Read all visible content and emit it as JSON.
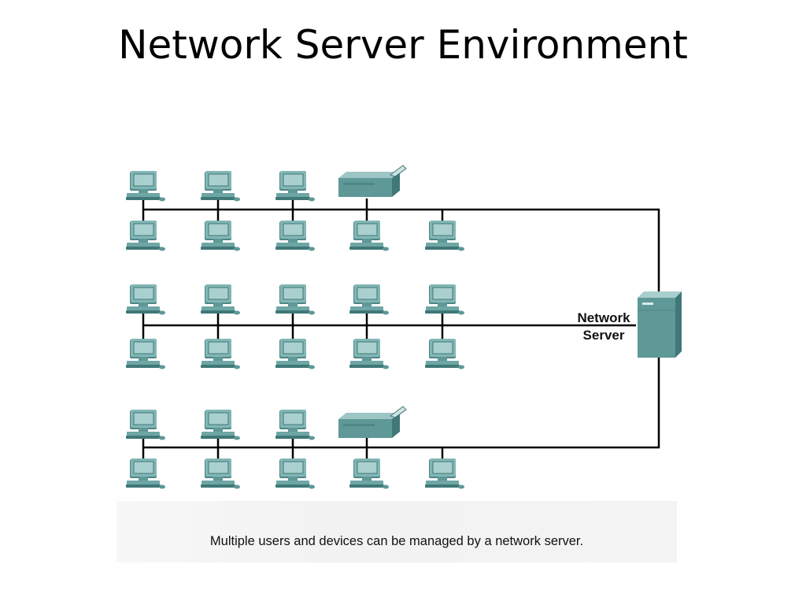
{
  "title": "Network Server Environment",
  "caption": "Multiple users and devices can be managed by a network server.",
  "server": {
    "line1": "Network",
    "line2": "Server",
    "icon": "server-tower-icon"
  },
  "colors": {
    "device_face": "#7fb4b3",
    "device_dark": "#3f7877",
    "device_screen": "#9fc9c8",
    "line": "#000000"
  },
  "segments": [
    {
      "name": "segment-1",
      "top_row": [
        "workstation",
        "workstation",
        "workstation",
        "printer"
      ],
      "bottom_row": [
        "workstation",
        "workstation",
        "workstation",
        "workstation",
        "workstation"
      ]
    },
    {
      "name": "segment-2",
      "top_row": [
        "workstation",
        "workstation",
        "workstation",
        "workstation",
        "workstation"
      ],
      "bottom_row": [
        "workstation",
        "workstation",
        "workstation",
        "workstation",
        "workstation"
      ]
    },
    {
      "name": "segment-3",
      "top_row": [
        "workstation",
        "workstation",
        "workstation",
        "printer"
      ],
      "bottom_row": [
        "workstation",
        "workstation",
        "workstation",
        "workstation",
        "workstation"
      ]
    }
  ]
}
